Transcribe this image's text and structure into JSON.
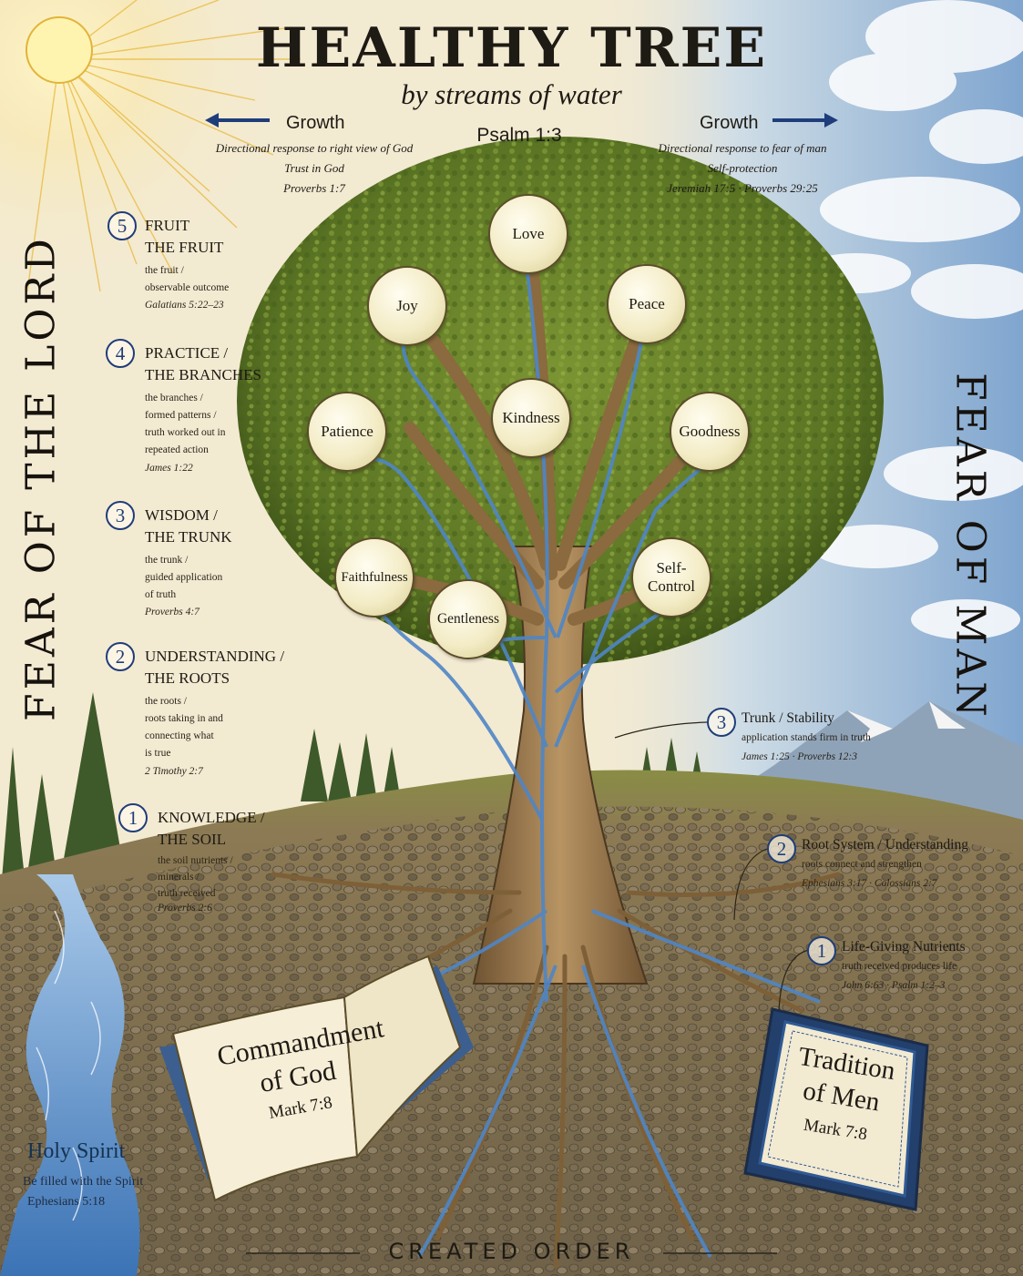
{
  "header": {
    "title": "HEALTHY TREE",
    "subtitle": "by streams of water",
    "psalm": "Psalm 1:3"
  },
  "left_growth": {
    "heading": "Growth",
    "line1": "Directional response to right view of God",
    "line2": "Trust in God",
    "reference": "Proverbs 1:7"
  },
  "right_growth": {
    "heading": "Growth",
    "line1": "Directional response to fear of man",
    "line2": "Self-protection",
    "reference": "Jeremiah 17:5 · Proverbs 29:25"
  },
  "side_titles": {
    "left": "FEAR OF THE LORD",
    "right": "FEAR OF MAN"
  },
  "stages": [
    {
      "number": "5",
      "title": [
        "FRUIT",
        "THE FRUIT"
      ],
      "desc": [
        "the fruit /",
        "observable outcome"
      ],
      "reference": "Galatians 5:22–23"
    },
    {
      "number": "4",
      "title": [
        "PRACTICE /",
        "THE BRANCHES"
      ],
      "desc": [
        "the branches /",
        "formed patterns /",
        "truth worked out in",
        "repeated action"
      ],
      "reference": "James 1:22"
    },
    {
      "number": "3",
      "title": [
        "WISDOM /",
        "THE TRUNK"
      ],
      "desc": [
        "the trunk /",
        "guided application",
        "of truth"
      ],
      "reference": "Proverbs 4:7"
    },
    {
      "number": "2",
      "title": [
        "UNDERSTANDING /",
        "THE ROOTS"
      ],
      "desc": [
        "the roots /",
        "roots taking in and",
        "connecting what",
        "is true"
      ],
      "reference": "2 Timothy 2:7"
    },
    {
      "number": "1",
      "title": [
        "KNOWLEDGE /",
        "THE SOIL"
      ],
      "desc": [
        "the soil nutrients /",
        "minerals /",
        "truth received"
      ],
      "reference": "Proverbs 2:6"
    }
  ],
  "fruits": [
    "Love",
    "Joy",
    "Peace",
    "Kindness",
    "Patience",
    "Goodness",
    "Faithfulness",
    "Gentleness",
    "Self-Control"
  ],
  "callouts": [
    {
      "number": "3",
      "title": "Trunk / Stability",
      "desc": "application stands firm in truth",
      "reference": "James 1:25 · Proverbs 12:3"
    },
    {
      "number": "2",
      "title": "Root System / Understanding",
      "desc": "roots connect and strengthen",
      "reference": "Ephesians 3:17 · Colossians 2:7"
    },
    {
      "number": "1",
      "title": "Life-Giving Nutrients",
      "desc": "truth received produces life",
      "reference": "John 6:63 · Psalm 1:2–3"
    }
  ],
  "books": {
    "left": {
      "line1": "Commandment",
      "line2": "of God",
      "reference": "Mark 7:8"
    },
    "right": {
      "line1": "Tradition",
      "line2": "of Men",
      "reference": "Mark 7:8"
    }
  },
  "holy_spirit": {
    "title": "Holy Spirit",
    "line": "Be filled with the Spirit",
    "reference": "Ephesians 5:18"
  },
  "footer": "CREATED ORDER",
  "colors": {
    "accent_blue": "#1f3d7a",
    "ink": "#1e1a14",
    "foliage": "#5f7a2a",
    "trunk": "#9c7a4c",
    "water": "#4f86c6",
    "parchment": "#f3ead2"
  }
}
